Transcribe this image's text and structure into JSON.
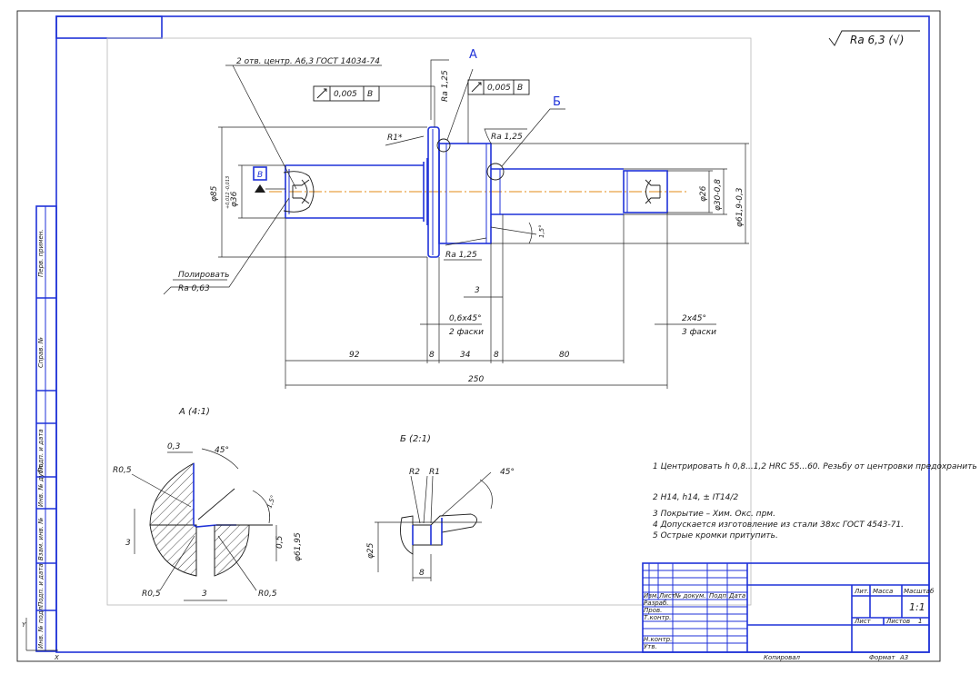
{
  "roughness": {
    "general": "Ra 6,3 (√)"
  },
  "annotations": {
    "center_holes": "2 отв. центр. А6,3 ГОСТ 14034-74",
    "polish_label": "Полировать",
    "polish_ra": "Ra 0,63",
    "view_a_label": "А",
    "view_b_label": "Б",
    "tolerance_a": "0,005",
    "tolerance_a_datum": "В",
    "tolerance_b": "0,005",
    "tolerance_b_datum": "В",
    "datum_b": "В",
    "ra_125_a": "Ra 1,25",
    "ra_125_b": "Ra 1,25",
    "ra_125_c": "Ra 1,25",
    "r1": "R1*"
  },
  "dimensions": {
    "d85": "φ85",
    "d36": "φ36",
    "d36_tol": "+0,012 -0,013",
    "d26": "φ26",
    "d30": "φ30-0,8",
    "d61": "φ61,9-0,3",
    "dim_3": "3",
    "chamfer_06": "0,6x45°",
    "chamfer_2": "2 фаски",
    "chamfer_2x45": "2x45°",
    "chamfer_3": "3 фаски",
    "len_92": "92",
    "len_8a": "8",
    "len_34": "34",
    "len_8b": "8",
    "len_80": "80",
    "len_250": "250",
    "angle_small": "1,5°"
  },
  "detail_a": {
    "title": "А (4:1)",
    "r05_top": "R0,5",
    "d03": "0,3",
    "angle45": "45°",
    "angle_small": "1,5°",
    "dim3_left": "3",
    "r05_bl": "R0,5",
    "dim3_bottom": "3",
    "r05_br": "R0,5",
    "d05": "0,5",
    "d6195": "φ61,95"
  },
  "detail_b": {
    "title": "Б (2:1)",
    "r2": "R2",
    "r1": "R1",
    "angle45": "45°",
    "d25": "φ25",
    "dim8": "8"
  },
  "notes": [
    "1 Центрировать h 0,8...1,2 HRC 55...60. Резьбу от центровки предохранить",
    "2 H14, h14, ± IT14/2",
    "3 Покрытие – Хим. Окс. прм.",
    "4 Допускается изготовление из стали 38хс ГОСТ 4543-71.",
    "5 Острые кромки притупить."
  ],
  "title_block": {
    "row_labels": [
      "Изм.",
      "Разраб.",
      "Пров.",
      "Т.контр.",
      "",
      "Н.контр.",
      "Утв."
    ],
    "col_labels": [
      "Изм.",
      "Лист",
      "№ докум.",
      "Подп.",
      "Дата"
    ],
    "lit": "Лит.",
    "mass": "Масса",
    "scale_label": "Масштаб",
    "scale_value": "1:1",
    "sheet": "Лист",
    "sheets": "Листов",
    "sheets_count": "1",
    "copied": "Копировал",
    "format": "Формат",
    "format_value": "А3"
  },
  "left_strip": {
    "labels": [
      "Перв. примен.",
      "Справ. №",
      "Подп. и дата",
      "Инв. № дубл.",
      "Взам. инв. №",
      "Подп. и дата",
      "Инв. № подл."
    ]
  },
  "colors": {
    "line": "#1a1a1a",
    "outline": "#1f32d8",
    "axis": "#e38a14"
  }
}
